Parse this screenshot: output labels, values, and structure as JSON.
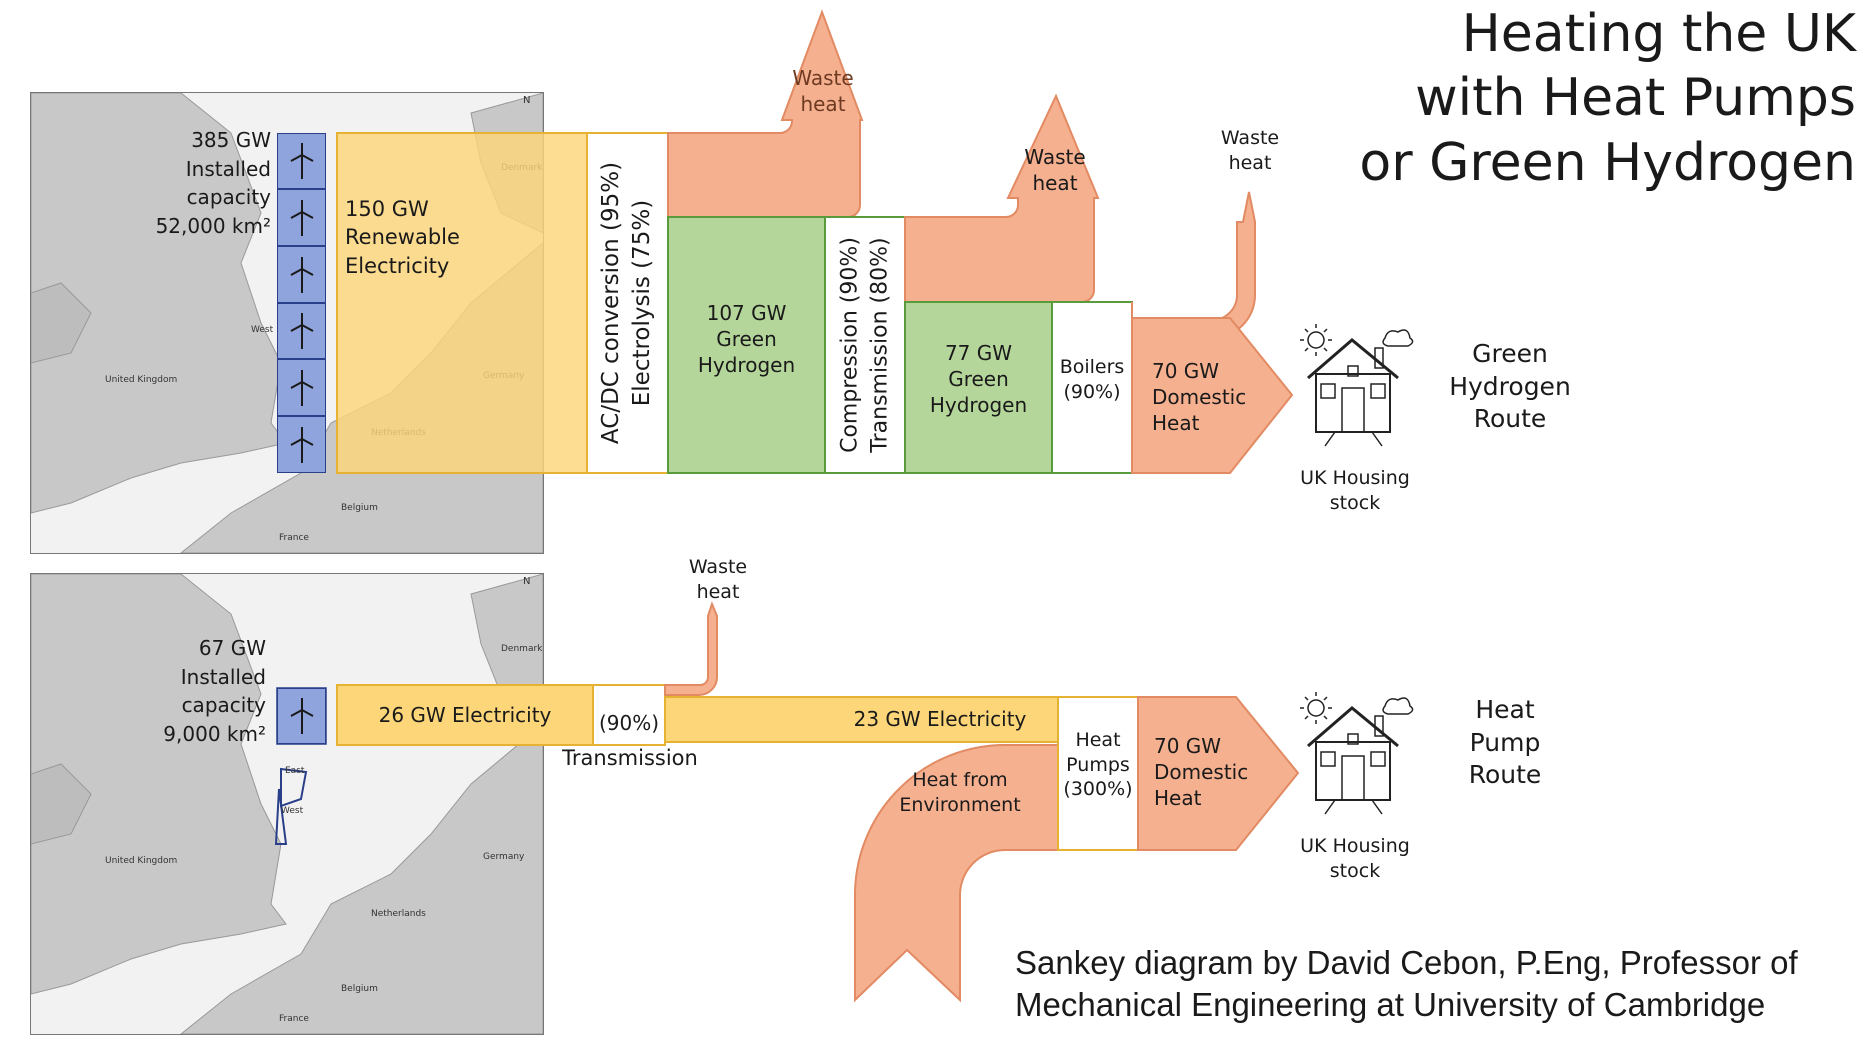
{
  "title": [
    "Heating the UK",
    "with Heat Pumps",
    "or Green Hydrogen"
  ],
  "credit": [
    "Sankey diagram by David Cebon, P.Eng, Professor of",
    "Mechanical Engineering at University of Cambridge"
  ],
  "colors": {
    "renewable": "#fcd679",
    "renewable_border": "#e6b232",
    "hydrogen": "#b5d69a",
    "hydrogen_border": "#5a9b3c",
    "heat": "#f5b090",
    "heat_border": "#e28a62",
    "turbine": "#8fa3dc"
  },
  "map_labels": {
    "denmark": "Denmark",
    "germany": "Germany",
    "netherlands": "Netherlands",
    "belgium": "Belgium",
    "france": "France",
    "uk": "United Kingdom",
    "west": "West",
    "east": "East",
    "north": "N"
  },
  "hydrogen_route": {
    "installed": [
      "385 GW",
      "Installed",
      "capacity",
      "52,000 km²"
    ],
    "renewable": [
      "150 GW",
      "Renewable",
      "Electricity"
    ],
    "conversion": [
      "AC/DC conversion (95%)",
      "Electrolysis (75%)"
    ],
    "waste1": [
      "Waste",
      "heat"
    ],
    "green_h2_1": [
      "107 GW",
      "Green",
      "Hydrogen"
    ],
    "compression": [
      "Compression (90%)",
      "Transmission (80%)"
    ],
    "waste2": [
      "Waste",
      "heat"
    ],
    "green_h2_2": [
      "77 GW",
      "Green",
      "Hydrogen"
    ],
    "boilers": [
      "Boilers",
      "(90%)"
    ],
    "waste3": [
      "Waste",
      "heat"
    ],
    "domestic": [
      "70 GW",
      "Domestic",
      "Heat"
    ],
    "housing": [
      "UK Housing",
      "stock"
    ],
    "route": [
      "Green",
      "Hydrogen",
      "Route"
    ]
  },
  "heatpump_route": {
    "installed": [
      "67 GW",
      "Installed",
      "capacity",
      "9,000 km²"
    ],
    "electricity": "26 GW Electricity",
    "transmission_eff": "(90%)",
    "transmission": "Transmission",
    "waste": [
      "Waste",
      "heat"
    ],
    "electricity2": "23 GW Electricity",
    "environment": [
      "Heat from",
      "Environment"
    ],
    "heatpumps": [
      "Heat",
      "Pumps",
      "(300%)"
    ],
    "domestic": [
      "70 GW",
      "Domestic",
      "Heat"
    ],
    "housing": [
      "UK Housing",
      "stock"
    ],
    "route": [
      "Heat",
      "Pump",
      "Route"
    ]
  }
}
